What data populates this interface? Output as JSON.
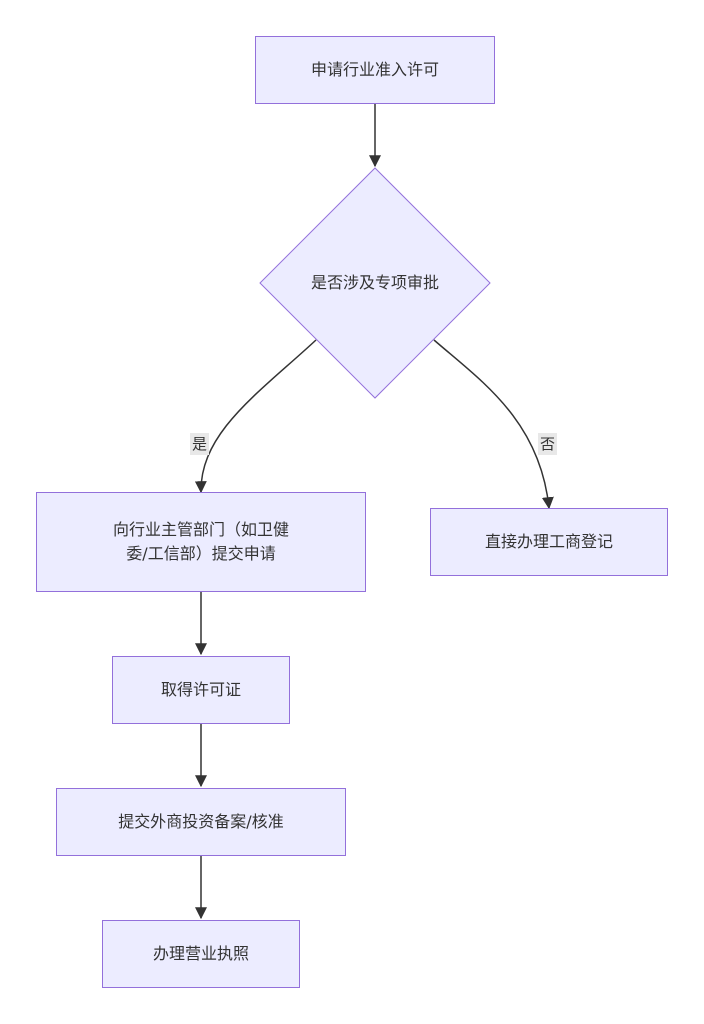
{
  "diagram": {
    "type": "flowchart",
    "colors": {
      "node_fill": "#ECECFF",
      "node_stroke": "#9370DB",
      "edge": "#333333",
      "text": "#333333",
      "edge_label_bg": "#e8e8e8"
    },
    "nodes": {
      "apply_permit": "申请行业准入许可",
      "decision": "是否涉及专项审批",
      "submit_authority_line1": "向行业主管部门（如卫健",
      "submit_authority_line2": "委/工信部）提交申请",
      "direct_registration": "直接办理工商登记",
      "obtain_license": "取得许可证",
      "submit_filing": "提交外商投资备案/核准",
      "business_license": "办理营业执照"
    },
    "edges": {
      "yes_label": "是",
      "no_label": "否"
    }
  }
}
